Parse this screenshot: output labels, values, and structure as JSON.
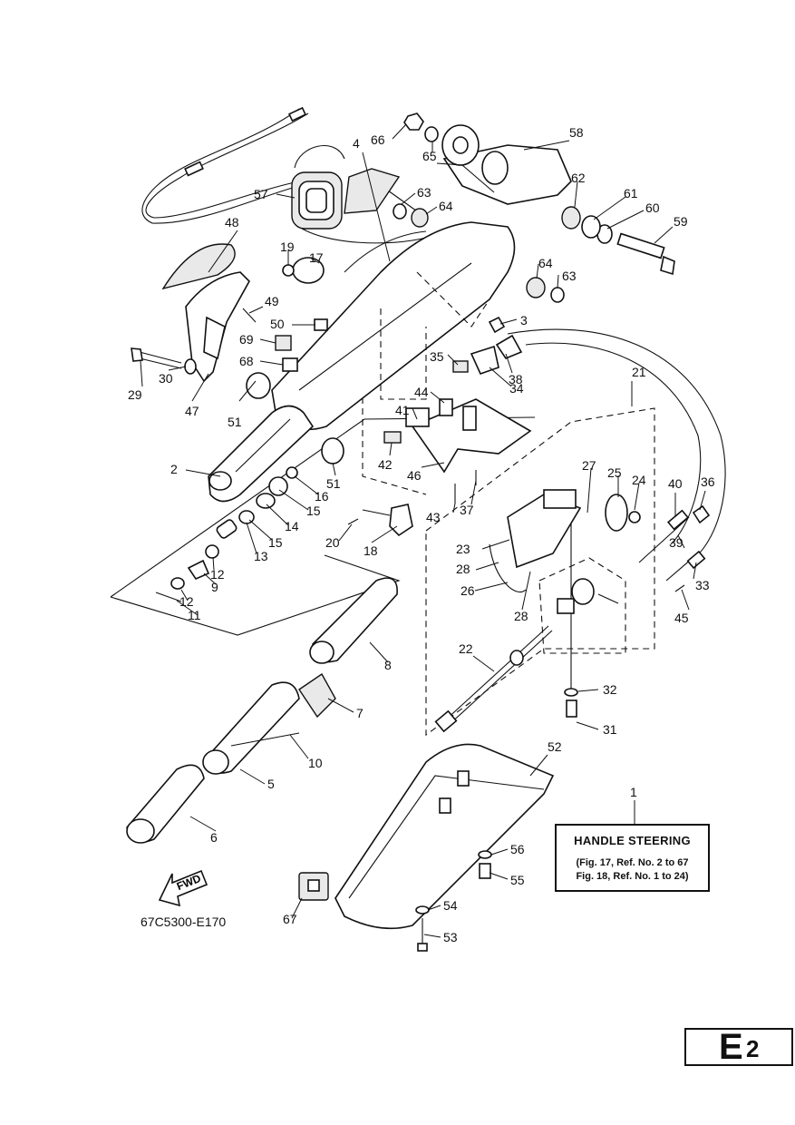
{
  "diagram": {
    "catalog_code": "67C5300-E170",
    "fwd_label": "FWD",
    "note": {
      "ref": "1",
      "title": "HANDLE STEERING",
      "line1": "(Fig. 17, Ref. No. 2 to 67",
      "line2": "Fig. 18, Ref. No. 1 to 24)"
    },
    "page_tag": {
      "letter": "E",
      "number": "2"
    },
    "callouts": [
      "1",
      "2",
      "3",
      "4",
      "5",
      "6",
      "7",
      "8",
      "9",
      "10",
      "11",
      "12",
      "12",
      "13",
      "14",
      "15",
      "15",
      "16",
      "17",
      "18",
      "19",
      "20",
      "21",
      "22",
      "23",
      "24",
      "25",
      "26",
      "27",
      "28",
      "28",
      "29",
      "30",
      "31",
      "32",
      "33",
      "34",
      "35",
      "36",
      "37",
      "38",
      "39",
      "40",
      "41",
      "42",
      "43",
      "44",
      "45",
      "46",
      "47",
      "48",
      "49",
      "50",
      "51",
      "51",
      "52",
      "53",
      "54",
      "55",
      "56",
      "57",
      "58",
      "59",
      "60",
      "61",
      "62",
      "63",
      "63",
      "64",
      "64",
      "65",
      "66",
      "67",
      "68",
      "69"
    ]
  }
}
